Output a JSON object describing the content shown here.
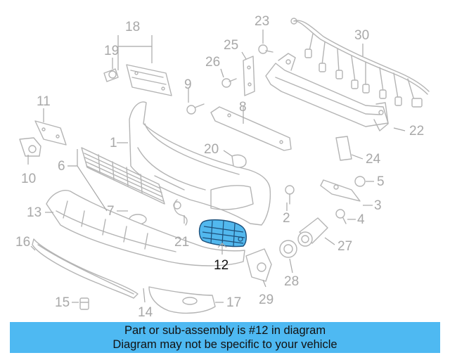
{
  "diagram": {
    "callouts": {
      "c1": "1",
      "c2": "2",
      "c3": "3",
      "c4": "4",
      "c5": "5",
      "c6": "6",
      "c7": "7",
      "c8": "8",
      "c9": "9",
      "c10": "10",
      "c11": "11",
      "c12": "12",
      "c13": "13",
      "c14": "14",
      "c15": "15",
      "c16": "16",
      "c17": "17",
      "c18": "18",
      "c19": "19",
      "c20": "20",
      "c21": "21",
      "c22": "22",
      "c23": "23",
      "c24": "24",
      "c25": "25",
      "c26": "26",
      "c27": "27",
      "c28": "28",
      "c29": "29",
      "c30": "30"
    },
    "highlighted_part": "12",
    "highlight_color": "#52b8ee"
  },
  "banner": {
    "line1": "Part or sub-assembly is #12 in diagram",
    "line2": "Diagram may not be specific to your vehicle",
    "background": "#4eb9f2"
  }
}
